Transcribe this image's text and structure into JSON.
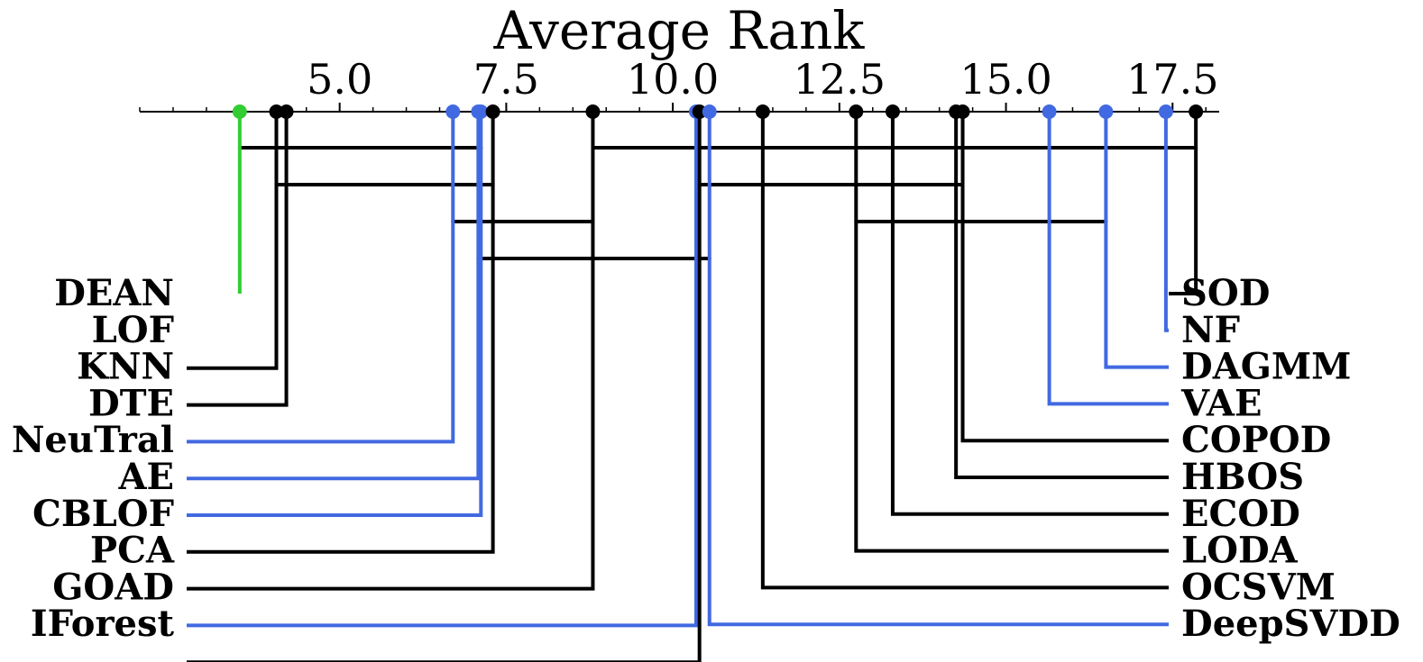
{
  "chart_data": {
    "type": "critical-difference-diagram",
    "title": "Average Rank",
    "xlim": [
      2.0,
      18.2
    ],
    "tick_labels": [
      "5.0",
      "7.5",
      "10.0",
      "12.5",
      "15.0",
      "17.5"
    ],
    "tick_values": [
      5.0,
      7.5,
      10.0,
      12.5,
      15.0,
      17.5
    ],
    "minor_tick_step": 0.5,
    "colors": {
      "highlight": "#32cd32",
      "deep": "#4169e1",
      "classic": "#000000"
    },
    "methods": [
      {
        "name": "DEAN",
        "rank": 3.5,
        "color": "highlight",
        "side": "left"
      },
      {
        "name": "LOF",
        "rank": 4.05,
        "color": "classic",
        "side": "left"
      },
      {
        "name": "KNN",
        "rank": 4.2,
        "color": "classic",
        "side": "left"
      },
      {
        "name": "DTE",
        "rank": 6.7,
        "color": "deep",
        "side": "left"
      },
      {
        "name": "NeuTral",
        "rank": 7.08,
        "color": "deep",
        "side": "left"
      },
      {
        "name": "AE",
        "rank": 7.12,
        "color": "deep",
        "side": "left"
      },
      {
        "name": "CBLOF",
        "rank": 7.3,
        "color": "classic",
        "side": "left"
      },
      {
        "name": "PCA",
        "rank": 8.8,
        "color": "classic",
        "side": "left"
      },
      {
        "name": "GOAD",
        "rank": 10.35,
        "color": "deep",
        "side": "left"
      },
      {
        "name": "IForest",
        "rank": 10.4,
        "color": "classic",
        "side": "left"
      },
      {
        "name": "SOD",
        "rank": 17.85,
        "color": "classic",
        "side": "right"
      },
      {
        "name": "NF",
        "rank": 17.4,
        "color": "deep",
        "side": "right"
      },
      {
        "name": "DAGMM",
        "rank": 16.5,
        "color": "deep",
        "side": "right"
      },
      {
        "name": "VAE",
        "rank": 15.65,
        "color": "deep",
        "side": "right"
      },
      {
        "name": "COPOD",
        "rank": 14.35,
        "color": "classic",
        "side": "right"
      },
      {
        "name": "HBOS",
        "rank": 14.25,
        "color": "classic",
        "side": "right"
      },
      {
        "name": "ECOD",
        "rank": 13.3,
        "color": "classic",
        "side": "right"
      },
      {
        "name": "LODA",
        "rank": 12.75,
        "color": "classic",
        "side": "right"
      },
      {
        "name": "OCSVM",
        "rank": 11.35,
        "color": "classic",
        "side": "right"
      },
      {
        "name": "DeepSVDD",
        "rank": 10.55,
        "color": "deep",
        "side": "right"
      }
    ],
    "clique_bars": [
      {
        "from": 3.5,
        "to": 7.12
      },
      {
        "from": 8.8,
        "to": 17.85
      },
      {
        "from": 4.05,
        "to": 7.3
      },
      {
        "from": 10.35,
        "to": 14.35
      },
      {
        "from": 6.7,
        "to": 8.8
      },
      {
        "from": 12.75,
        "to": 16.5
      },
      {
        "from": 7.08,
        "to": 10.55
      }
    ]
  }
}
